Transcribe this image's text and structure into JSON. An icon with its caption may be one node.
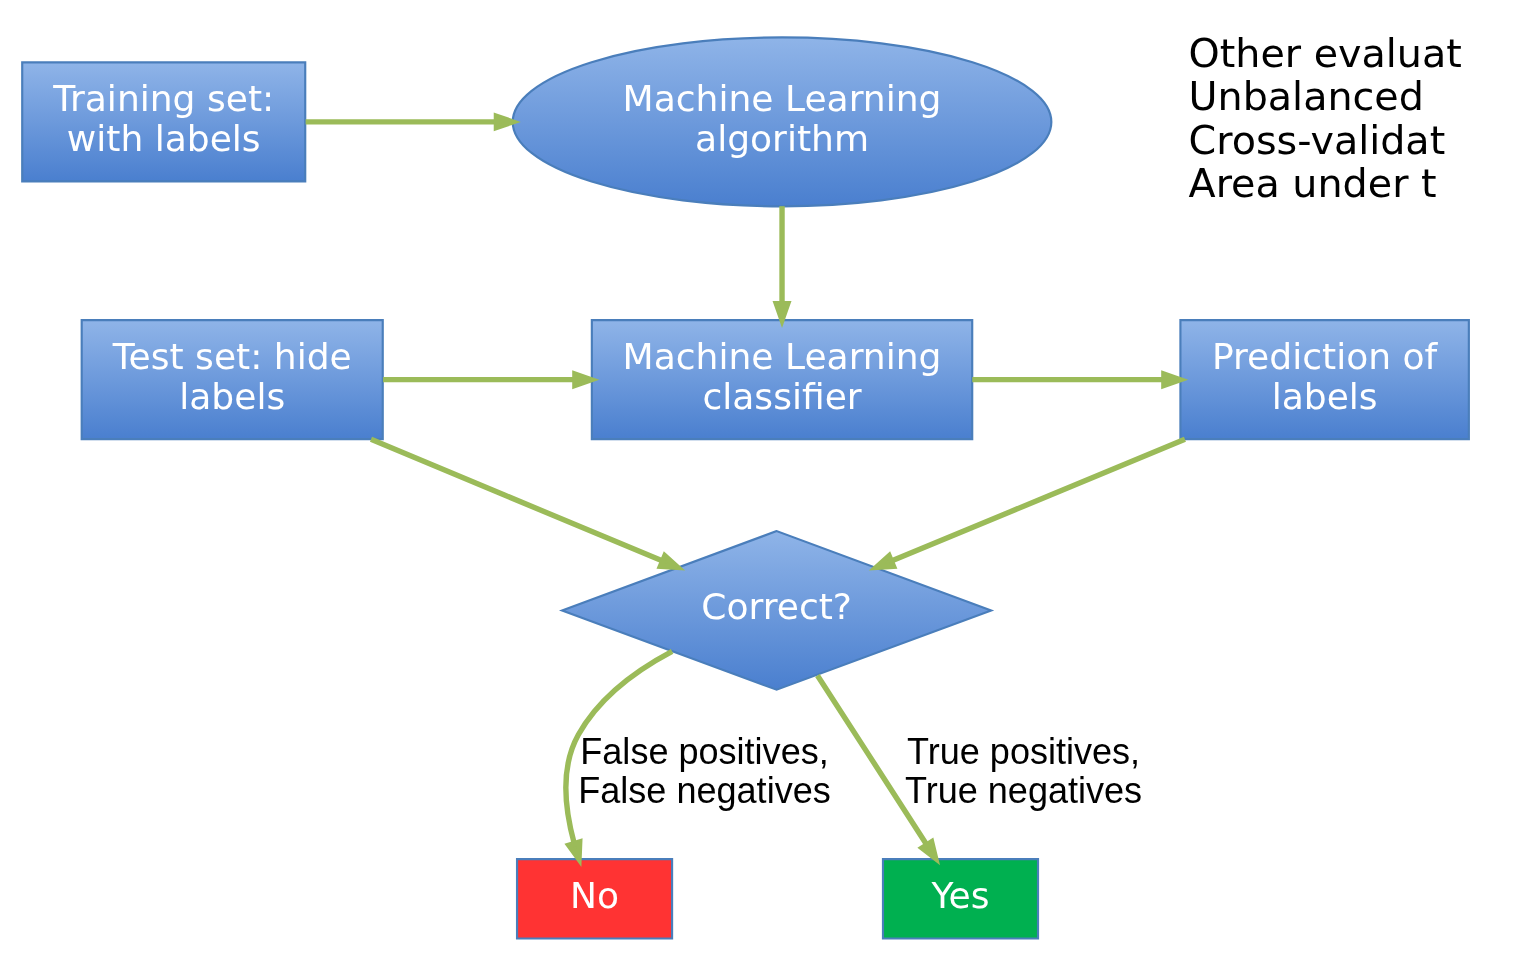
{
  "diagram": {
    "nodes": [
      {
        "text": [
          "Training set: with labels"
        ]
      },
      {
        "text": [
          "Machine Learning algorithm"
        ]
      },
      {
        "text": [
          "Test set: hide labels"
        ]
      },
      {
        "text": [
          "Machine Learning classifier"
        ]
      },
      {
        "text": [
          "Prediction of labels"
        ]
      },
      {
        "text": [
          "Correct?"
        ]
      },
      {
        "text": [
          "No"
        ]
      },
      {
        "text": [
          "Yes"
        ]
      }
    ],
    "edges": [
      {
        "from": 0,
        "to": 1,
        "arrow": "to"
      },
      {
        "from": 1,
        "to": 3,
        "arrow": "to"
      },
      {
        "from": 2,
        "to": 3,
        "arrow": "to"
      },
      {
        "from": 3,
        "to": 4,
        "arrow": "to"
      },
      {
        "from": 2,
        "to": 5,
        "arrow": "to"
      },
      {
        "from": 4,
        "to": 5,
        "arrow": "to"
      },
      {
        "from": 5,
        "to": 6,
        "arrow": "to",
        "label": "False positives, False negatives"
      },
      {
        "from": 5,
        "to": 7,
        "arrow": "to",
        "label": "True positives, True negatives"
      }
    ],
    "labels": [
      "Other evaluat",
      "Unbalanced",
      "Cross-validat",
      "Area under t"
    ]
  }
}
